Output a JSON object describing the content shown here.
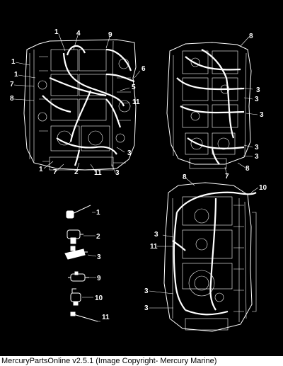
{
  "caption": "MercuryPartsOnline v2.5.1 (Image Copyright- Mercury Marine)",
  "callouts": {
    "engine_left": [
      "1",
      "4",
      "9",
      "1",
      "1",
      "6",
      "7",
      "5",
      "8",
      "11",
      "3",
      "1",
      "7",
      "2",
      "11",
      "3"
    ],
    "engine_right": [
      "8",
      "3",
      "3",
      "3",
      "3",
      "3",
      "8",
      "7"
    ],
    "engine_bottom": [
      "8",
      "10",
      "3",
      "11",
      "3",
      "3"
    ],
    "parts_legend": [
      "1",
      "2",
      "3",
      "9",
      "10",
      "11"
    ]
  }
}
